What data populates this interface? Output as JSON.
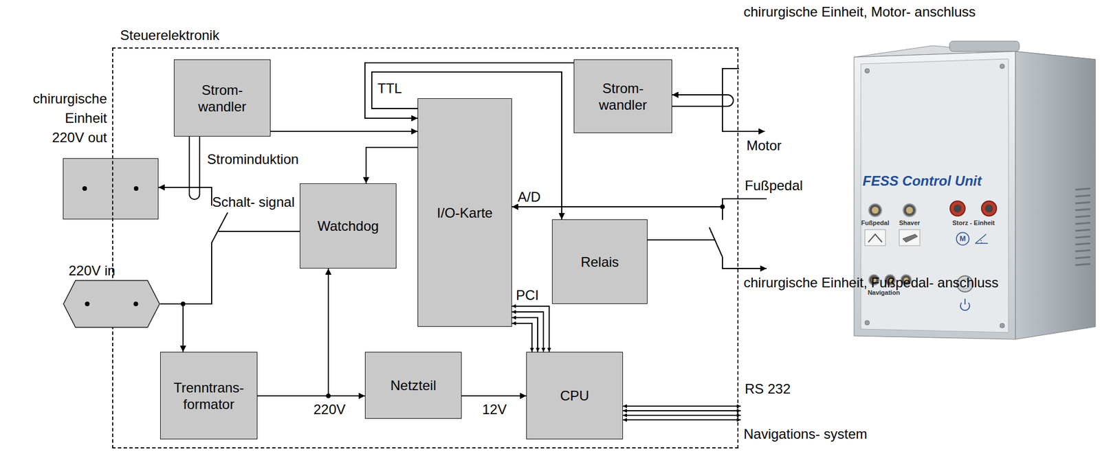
{
  "diagram": {
    "nodes": [
      {
        "text": [
          "Steuerelektronik"
        ]
      },
      {
        "text": [
          "Strom- wandler"
        ],
        "in": 0
      },
      {
        "text": [
          "Strom- wandler"
        ],
        "in": 0
      },
      {
        "text": [
          "chirurgische Einheit 220V out"
        ]
      },
      {
        "text": [
          "I/O-Karte"
        ],
        "in": 0
      },
      {
        "text": [
          "Watchdog"
        ],
        "in": 0
      },
      {
        "text": [
          "Relais"
        ],
        "in": 0
      },
      {
        "text": [
          "220V in"
        ]
      },
      {
        "text": [
          "Trenntrans- formator"
        ],
        "in": 0
      },
      {
        "text": [
          "Netzteil"
        ],
        "in": 0
      },
      {
        "text": [
          "CPU"
        ],
        "in": 0
      }
    ],
    "edges": [
      {
        "from": 1,
        "to": 4,
        "arrow": "to"
      },
      {
        "from": 2,
        "to": 4,
        "arrow": "to"
      },
      {
        "from": 4,
        "to": 6,
        "label": "TTL",
        "arrow": "to"
      },
      {
        "from": 4,
        "to": 5,
        "arrow": "to"
      },
      {
        "from": 7,
        "to": 3,
        "arrow": "to"
      },
      {
        "from": 7,
        "to": 8,
        "arrow": "to"
      },
      {
        "from": 8,
        "to": 9,
        "label": "220V",
        "arrow": "to"
      },
      {
        "from": 8,
        "to": 5,
        "arrow": "to"
      },
      {
        "from": 9,
        "to": 10,
        "label": "12V",
        "arrow": "to"
      },
      {
        "from": 10,
        "to": 4,
        "label": "PCI",
        "arrow": "both"
      }
    ],
    "labels": [
      "Strominduktion",
      "Schalt- signal",
      "A/D",
      "chirurgische Einheit, Motor- anschluss",
      "Motor",
      "Fußpedal",
      "chirurgische Einheit, Fußpedal- anschluss",
      "RS 232",
      "Navigations- system",
      "FESS Control Unit",
      "Fußpedal",
      "Shaver",
      "Storz - Einheit",
      "M",
      "Navigation"
    ]
  }
}
